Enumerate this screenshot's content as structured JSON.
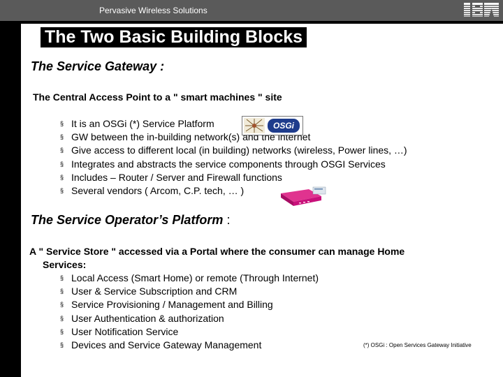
{
  "header": {
    "brand_text": "Pervasive Wireless Solutions",
    "logo": "ibm-logo"
  },
  "title": "The Two Basic Building Blocks",
  "gateway": {
    "heading": "The Service Gateway :",
    "intro": "The Central Access Point to a \" smart machines \" site",
    "bullets": [
      "It is an OSGi (*) Service Platform",
      "GW between the in-building network(s) and  the internet",
      "Give access to different local (in building) networks (wireless, Power lines, …)",
      "Integrates and abstracts the  service components through OSGI Services",
      "Includes – Router / Server and Firewall functions",
      "Several vendors ( Arcom, C.P. tech, … )"
    ],
    "osgi_logo_text": "OSGi"
  },
  "operator": {
    "heading": "The Service Operator’s Platform",
    "heading_suffix": " :",
    "intro_line1": "A  \" Service Store \"  accessed via a Portal  where the consumer can manage Home",
    "intro_line2": "Services:",
    "bullets": [
      "Local Access (Smart Home) or remote (Through Internet)",
      "User & Service Subscription  and  CRM",
      "Service Provisioning / Management  and Billing",
      "User Authentication  & authorization",
      "User Notification Service",
      "Devices and Service Gateway  Management"
    ]
  },
  "footnote": "(*) OSGi : Open Services Gateway Initiative",
  "bullet_glyph": "§",
  "colors": {
    "header_bar": "#5a5a5a",
    "background": "#000000",
    "panel": "#ffffff",
    "router": "#c8107a"
  }
}
